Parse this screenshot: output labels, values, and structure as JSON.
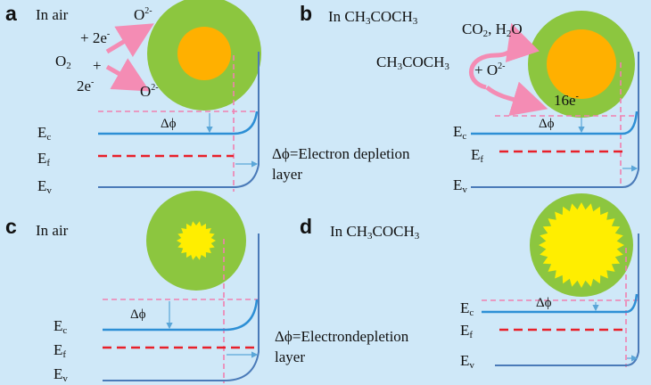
{
  "panels": {
    "a": {
      "letter": "a",
      "env": "In air",
      "o2": "O",
      "o2_sub": "2",
      "plus1": "+",
      "plus2": "+",
      "e1": "+ 2e",
      "e1_sup": "-",
      "e2": "2e",
      "e2_sup": "-",
      "o_ion1": "O",
      "o_ion1_sup": "2-",
      "o_ion2": "O",
      "o_ion2_sup": "2-",
      "ec": "E",
      "ec_sub": "c",
      "ef": "E",
      "ef_sub": "f",
      "ev": "E",
      "ev_sub": "v",
      "dphi": "Δϕ"
    },
    "b": {
      "letter": "b",
      "env": "In CH",
      "env_sub1": "3",
      "env_mid": "COCH",
      "env_sub2": "3",
      "products": "CO",
      "products_sub": "2",
      "products_rest": ", H",
      "products_sub2": "2",
      "products_end": "O",
      "reactant": "CH",
      "reactant_sub1": "3",
      "reactant_mid": "COCH",
      "reactant_sub2": "3",
      "plus_o": "+ O",
      "plus_o_sup": "2-",
      "e16": "16e",
      "e16_sup": "-",
      "ec": "E",
      "ec_sub": "c",
      "ef": "E",
      "ef_sub": "f",
      "ev": "E",
      "ev_sub": "v",
      "dphi": "Δϕ"
    },
    "c": {
      "letter": "c",
      "env": "In air",
      "ec": "E",
      "ec_sub": "c",
      "ef": "E",
      "ef_sub": "f",
      "ev": "E",
      "ev_sub": "v",
      "dphi": "Δϕ"
    },
    "d": {
      "letter": "d",
      "env": "In  CH",
      "env_sub1": "3",
      "env_mid": "COCH",
      "env_sub2": "3",
      "ec": "E",
      "ec_sub": "c",
      "ef": "E",
      "ef_sub": "f",
      "ev": "E",
      "ev_sub": "v",
      "dphi": "Δϕ"
    }
  },
  "legend_top": {
    "line1": "Δϕ=Electron depletion",
    "line2": "layer"
  },
  "legend_bottom": {
    "line1": "Δϕ=Electrondepletion",
    "line2": "layer"
  },
  "colors": {
    "background": "#cfe8f8",
    "shell": "#8cc63f",
    "core_orange": "#ffb000",
    "core_yellow": "#ffee00",
    "band_blue": "#2d8fd5",
    "fermi_red": "#e8202a",
    "dash_pink": "#f080b0",
    "arrow_pink": "#f48cb4",
    "axis_blue": "#4a7ab8"
  }
}
